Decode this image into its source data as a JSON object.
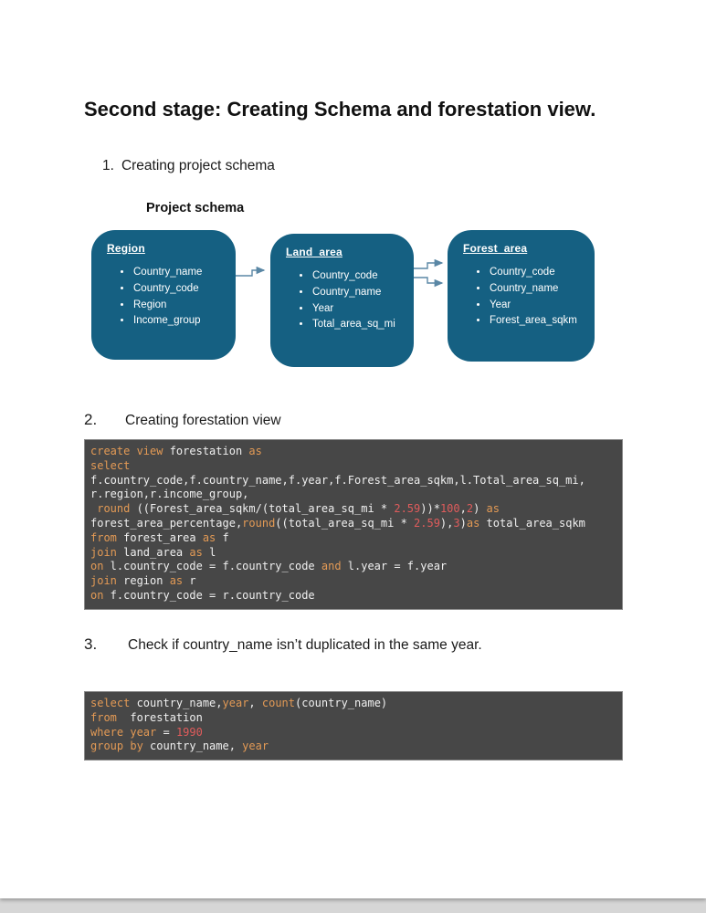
{
  "page": {
    "title": "Second stage: Creating Schema and forestation view.",
    "items": [
      {
        "num": "1.",
        "text": "Creating project schema"
      },
      {
        "num": "2.",
        "text": "Creating forestation view"
      },
      {
        "num": "3.",
        "text": "Check if country_name isn’t duplicated in the same year."
      }
    ]
  },
  "diagram": {
    "title": "Project schema",
    "entities": [
      {
        "name": "Region",
        "fields": [
          "Country_name",
          "Country_code",
          "Region",
          "Income_group"
        ]
      },
      {
        "name": "Land_area",
        "fields": [
          "Country_code",
          "Country_name",
          "Year",
          "Total_area_sq_mi"
        ]
      },
      {
        "name": "Forest_area",
        "fields": [
          "Country_code",
          "Country_name",
          "Year",
          "Forest_area_sqkm"
        ]
      }
    ],
    "colors": {
      "box": "#156082",
      "arrow": "#5a87a5"
    }
  },
  "colors": {
    "keyword": "#e39a55",
    "plain": "#f0f0f0",
    "number": "#e05c5c",
    "code_bg": "#474747"
  },
  "code_blocks": [
    {
      "lines": [
        [
          {
            "c": "k",
            "t": "create view"
          },
          {
            "c": "p",
            "t": " forestation "
          },
          {
            "c": "k",
            "t": "as"
          }
        ],
        [
          {
            "c": "k",
            "t": "select"
          }
        ],
        [
          {
            "c": "p",
            "t": "f.country_code,f.country_name,f.year,f.Forest_area_sqkm,l.Total_area_sq_mi,"
          }
        ],
        [
          {
            "c": "p",
            "t": "r.region,r.income_group,"
          }
        ],
        [
          {
            "c": "p",
            "t": " "
          },
          {
            "c": "k",
            "t": "round"
          },
          {
            "c": "p",
            "t": " ((Forest_area_sqkm/(total_area_sq_mi * "
          },
          {
            "c": "n",
            "t": "2.59"
          },
          {
            "c": "p",
            "t": "))*"
          },
          {
            "c": "n",
            "t": "100"
          },
          {
            "c": "p",
            "t": ","
          },
          {
            "c": "n",
            "t": "2"
          },
          {
            "c": "p",
            "t": ") "
          },
          {
            "c": "k",
            "t": "as"
          }
        ],
        [
          {
            "c": "p",
            "t": "forest_area_percentage,"
          },
          {
            "c": "k",
            "t": "round"
          },
          {
            "c": "p",
            "t": "((total_area_sq_mi * "
          },
          {
            "c": "n",
            "t": "2.59"
          },
          {
            "c": "p",
            "t": "),"
          },
          {
            "c": "n",
            "t": "3"
          },
          {
            "c": "p",
            "t": ")"
          },
          {
            "c": "k",
            "t": "as"
          },
          {
            "c": "p",
            "t": " total_area_sqkm"
          }
        ],
        [
          {
            "c": "k",
            "t": "from"
          },
          {
            "c": "p",
            "t": " forest_area "
          },
          {
            "c": "k",
            "t": "as"
          },
          {
            "c": "p",
            "t": " f"
          }
        ],
        [
          {
            "c": "k",
            "t": "join"
          },
          {
            "c": "p",
            "t": " land_area "
          },
          {
            "c": "k",
            "t": "as"
          },
          {
            "c": "p",
            "t": " l"
          }
        ],
        [
          {
            "c": "k",
            "t": "on"
          },
          {
            "c": "p",
            "t": " l.country_code = f.country_code "
          },
          {
            "c": "k",
            "t": "and"
          },
          {
            "c": "p",
            "t": " l.year = f.year"
          }
        ],
        [
          {
            "c": "k",
            "t": "join"
          },
          {
            "c": "p",
            "t": " region "
          },
          {
            "c": "k",
            "t": "as"
          },
          {
            "c": "p",
            "t": " r"
          }
        ],
        [
          {
            "c": "k",
            "t": "on"
          },
          {
            "c": "p",
            "t": " f.country_code = r.country_code"
          }
        ]
      ]
    },
    {
      "lines": [
        [
          {
            "c": "k",
            "t": "select"
          },
          {
            "c": "p",
            "t": " country_name,"
          },
          {
            "c": "k",
            "t": "year"
          },
          {
            "c": "p",
            "t": ", "
          },
          {
            "c": "k",
            "t": "count"
          },
          {
            "c": "p",
            "t": "(country_name)"
          }
        ],
        [
          {
            "c": "k",
            "t": "from"
          },
          {
            "c": "p",
            "t": "  forestation"
          }
        ],
        [
          {
            "c": "k",
            "t": "where"
          },
          {
            "c": "p",
            "t": " "
          },
          {
            "c": "k",
            "t": "year"
          },
          {
            "c": "p",
            "t": " = "
          },
          {
            "c": "n",
            "t": "1990"
          }
        ],
        [
          {
            "c": "k",
            "t": "group by"
          },
          {
            "c": "p",
            "t": " country_name, "
          },
          {
            "c": "k",
            "t": "year"
          }
        ]
      ]
    }
  ]
}
